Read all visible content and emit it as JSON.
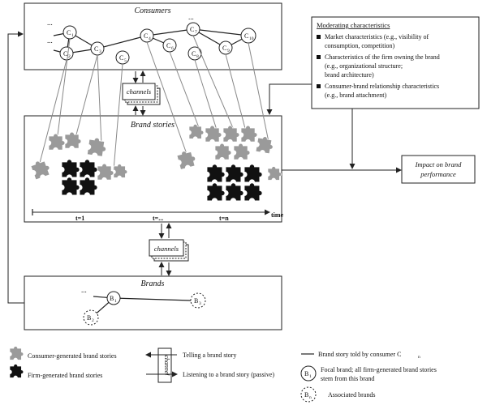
{
  "consumers": {
    "title": "Consumers",
    "ellipsis_left": "...",
    "ellipsis_left2": "...",
    "ellipsis_right": "...",
    "nodes": [
      {
        "label": "C",
        "sub": "1"
      },
      {
        "label": "C",
        "sub": "2"
      },
      {
        "label": "C",
        "sub": "3"
      },
      {
        "label": "C",
        "sub": "4"
      },
      {
        "label": "C",
        "sub": "5"
      },
      {
        "label": "C",
        "sub": "6"
      },
      {
        "label": "C",
        "sub": "7"
      },
      {
        "label": "C",
        "sub": "8"
      },
      {
        "label": "C",
        "sub": "9"
      },
      {
        "label": "C",
        "sub": "10"
      }
    ]
  },
  "channels_top": "channels",
  "channels_bottom": "channels",
  "brand_stories": {
    "title": "Brand stories",
    "t1": "t=1",
    "tdots": "t=...",
    "tn": "t=n",
    "time": "time"
  },
  "moderating": {
    "title": "Moderating characteristics",
    "items": [
      [
        "Market characteristics (e.g., visibility of",
        "consumption, competition)"
      ],
      [
        "Characteristics of the firm owning the brand",
        "(e.g., organizational structure;",
        "brand architecture)"
      ],
      [
        "Consumer-brand relationship characteristics",
        "(e.g., brand attachment)"
      ]
    ]
  },
  "impact": {
    "line1": "Impact on brand",
    "line2": "performance"
  },
  "brands": {
    "title": "Brands",
    "ellipsis": "...",
    "b1": {
      "label": "B",
      "sub": "1"
    },
    "b2": {
      "label": "B",
      "sub": "2"
    },
    "b3": {
      "label": "B",
      "sub": "3"
    }
  },
  "legend": {
    "consumer_stories": "Consumer-generated brand stories",
    "firm_stories": "Firm-generated brand stories",
    "channel_word": "channel",
    "telling": "Telling a brand story",
    "listening": "Listening to a brand story (passive)",
    "story_by_consumer": "Brand story told by consumer C",
    "story_by_consumer_sub": "n",
    "focal_node": {
      "label": "B",
      "sub": "1"
    },
    "focal_line1": "Focal brand; all firm-generated brand stories",
    "focal_line2": "stem from this brand",
    "assoc_node": {
      "label": "B",
      "sub": "n"
    },
    "associated": "Associated brands"
  }
}
